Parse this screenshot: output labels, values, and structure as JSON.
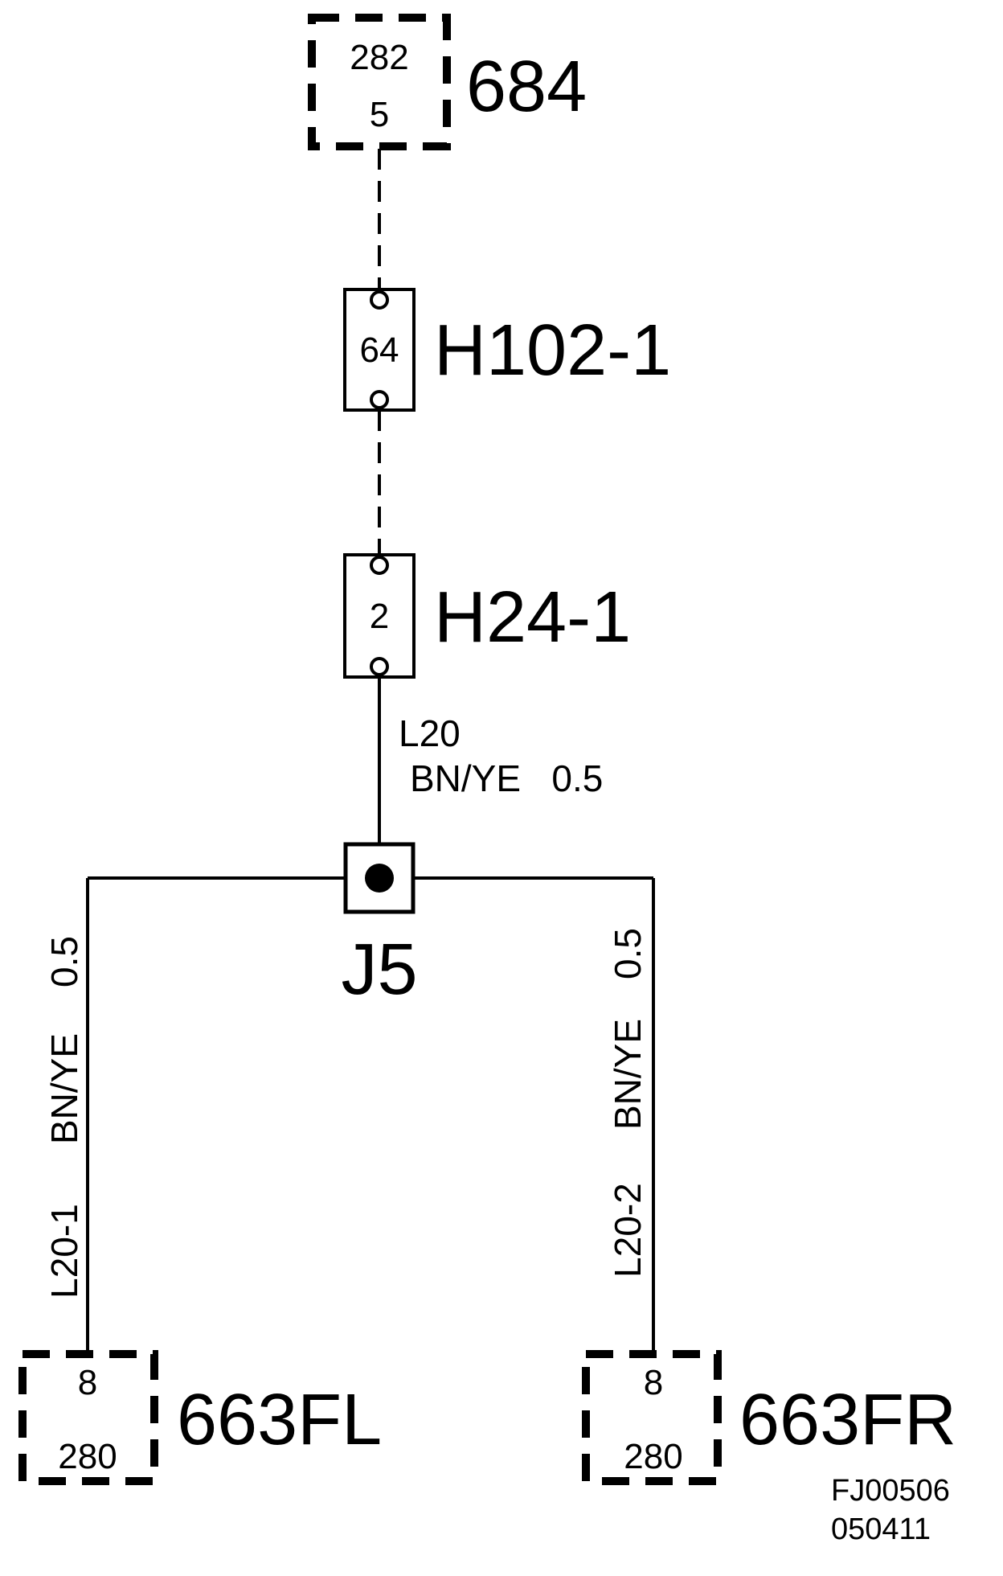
{
  "connectors": {
    "c684": {
      "label": "684",
      "pin_top": "282",
      "pin_bottom": "5"
    },
    "h102": {
      "label": "H102-1",
      "pin": "64"
    },
    "h24": {
      "label": "H24-1",
      "pin": "2"
    },
    "j5": {
      "label": "J5"
    },
    "fl": {
      "label": "663FL",
      "pin_top": "8",
      "pin_bottom": "280"
    },
    "fr": {
      "label": "663FR",
      "pin_top": "8",
      "pin_bottom": "280"
    }
  },
  "wires": {
    "l20": {
      "id": "L20",
      "spec": "BN/YE   0.5"
    },
    "l20_1": {
      "id": "L20-1",
      "color": "BN/YE",
      "size": "0.5"
    },
    "l20_2": {
      "id": "L20-2",
      "color": "BN/YE",
      "size": "0.5"
    }
  },
  "footer": {
    "code1": "FJ00506",
    "code2": "050411"
  },
  "colors": {
    "ink": "#000000",
    "paper": "#ffffff"
  }
}
